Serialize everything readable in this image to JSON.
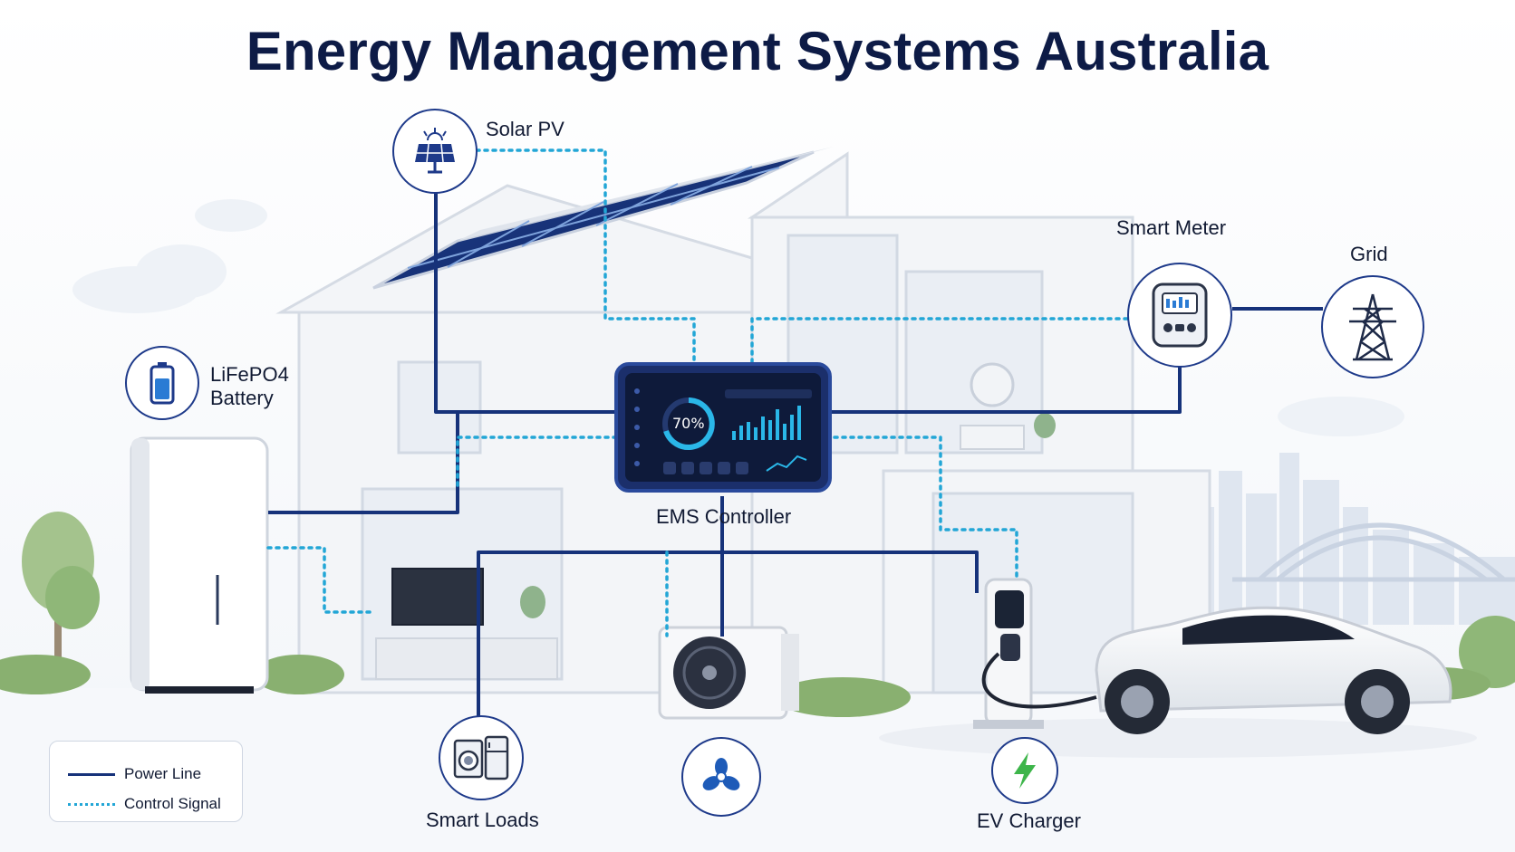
{
  "title": "Energy Management Systems Australia",
  "components": {
    "solar_pv": "Solar PV",
    "battery_line1": "LiFePO4",
    "battery_line2": "Battery",
    "smart_meter": "Smart Meter",
    "grid": "Grid",
    "ems_controller": "EMS Controller",
    "smart_loads": "Smart Loads",
    "ev_charger": "EV Charger"
  },
  "ems_screen": {
    "percent": "70%"
  },
  "legend": {
    "power_line": "Power Line",
    "control_signal": "Control Signal"
  },
  "colors": {
    "power_line": "#16327a",
    "control_signal": "#22a6d6",
    "title": "#0d1b46"
  },
  "icons": [
    "solar-panel-icon",
    "battery-icon",
    "smart-meter-icon",
    "transmission-tower-icon",
    "appliances-icon",
    "fan-icon",
    "lightning-bolt-icon"
  ]
}
